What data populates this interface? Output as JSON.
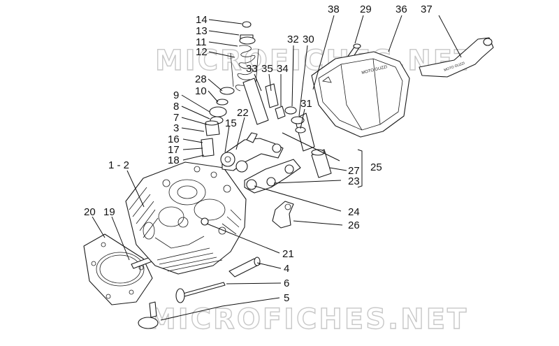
{
  "watermark": {
    "top": "MICROFICHES.NET",
    "bottom": "MICROFICHES.NET"
  },
  "cover_text": "MOTO GUZZI",
  "labels": {
    "l14": "14",
    "l13": "13",
    "l11": "11",
    "l12": "12",
    "l28": "28",
    "l10": "10",
    "l9": "9",
    "l8": "8",
    "l7": "7",
    "l3": "3",
    "l16": "16",
    "l17": "17",
    "l18": "18",
    "l15": "15",
    "l1_2": "1 - 2",
    "l20": "20",
    "l19": "19",
    "l33": "33",
    "l35": "35",
    "l34": "34",
    "l22": "22",
    "l32": "32",
    "l30": "30",
    "l31": "31",
    "l38": "38",
    "l29": "29",
    "l36": "36",
    "l37": "37",
    "l27": "27",
    "l25": "25",
    "l23": "23",
    "l24": "24",
    "l26": "26",
    "l21": "21",
    "l4": "4",
    "l6": "6",
    "l5": "5"
  },
  "colors": {
    "line": "#1a1a1a",
    "watermark": "#c7c7c7",
    "background": "#ffffff"
  }
}
